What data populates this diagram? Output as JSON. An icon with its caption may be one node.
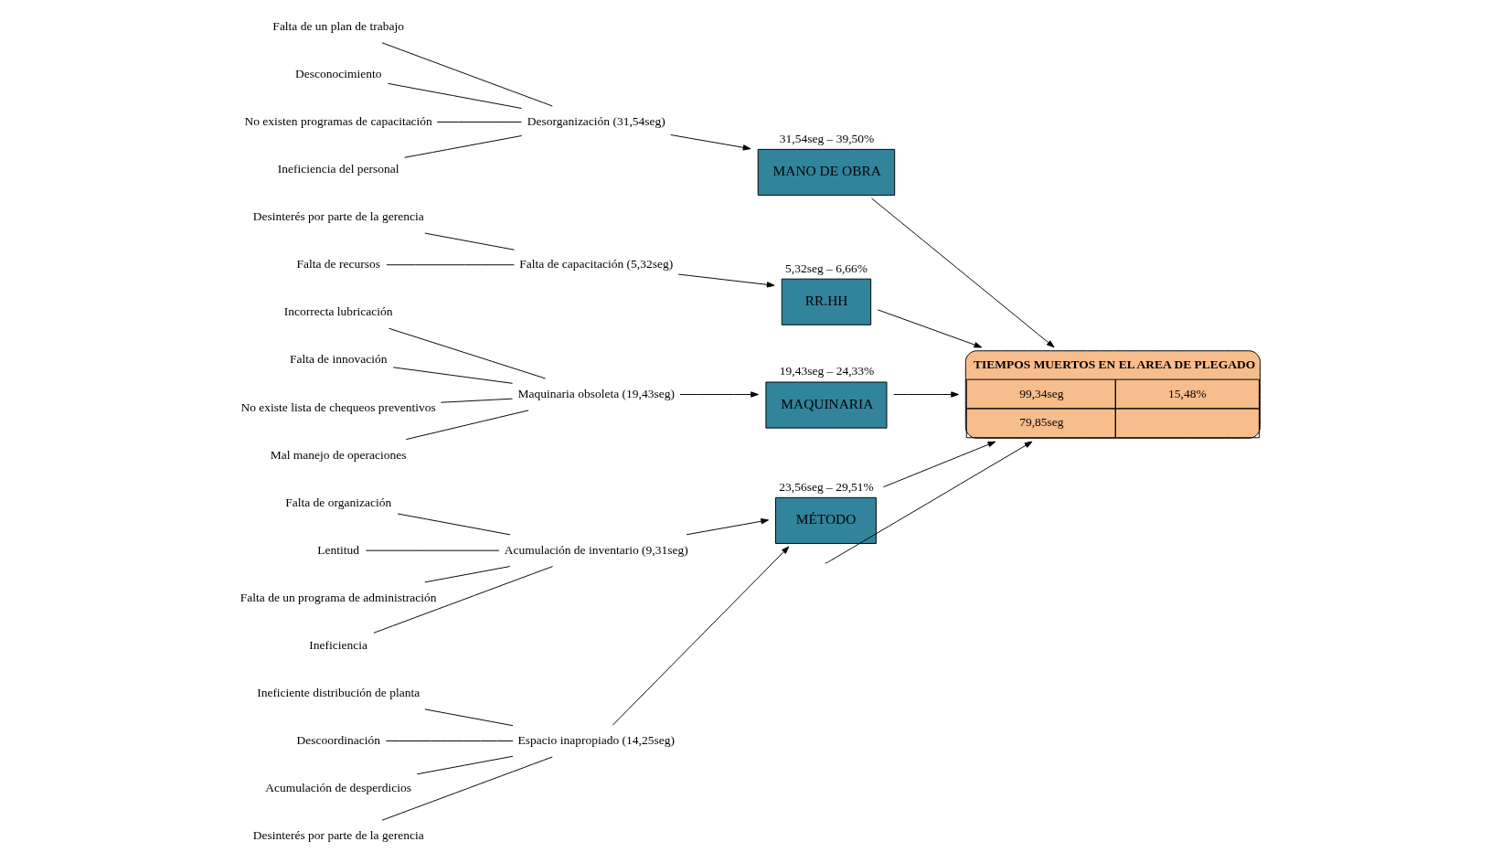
{
  "diagram": {
    "nodes": [
      {
        "text": [
          "TIEMPOS MUERTOS EN EL AREA DE PLEGADO",
          "99,34seg",
          "15,48%",
          "79,85seg"
        ]
      },
      {
        "text": [
          "MANO DE OBRA"
        ],
        "beside": [
          "31,54seg – 39,50%"
        ]
      },
      {
        "text": [
          "RR.HH"
        ],
        "beside": [
          "5,32seg – 6,66%"
        ]
      },
      {
        "text": [
          "MAQUINARIA"
        ],
        "beside": [
          "19,43seg – 24,33%"
        ]
      },
      {
        "text": [
          "MÉTODO"
        ],
        "beside": [
          "23,56seg – 29,51%"
        ]
      },
      {
        "text": [
          "Desorganización (31,54seg)"
        ]
      },
      {
        "text": [
          "Falta de un plan de trabajo"
        ]
      },
      {
        "text": [
          "Desconocimiento"
        ]
      },
      {
        "text": [
          "No existen programas de capacitación"
        ]
      },
      {
        "text": [
          "Ineficiencia del personal"
        ]
      },
      {
        "text": [
          "Falta de capacitación (5,32seg)"
        ]
      },
      {
        "text": [
          "Desinterés por parte de la gerencia"
        ]
      },
      {
        "text": [
          "Falta de recursos"
        ]
      },
      {
        "text": [
          "Maquinaria obsoleta (19,43seg)"
        ]
      },
      {
        "text": [
          "Incorrecta lubricación"
        ]
      },
      {
        "text": [
          "Falta de innovación"
        ]
      },
      {
        "text": [
          "No existe lista de chequeos preventivos"
        ]
      },
      {
        "text": [
          "Mal manejo de operaciones"
        ]
      },
      {
        "text": [
          "Acumulación de inventario (9,31seg)"
        ]
      },
      {
        "text": [
          "Falta de organización"
        ]
      },
      {
        "text": [
          "Lentitud"
        ]
      },
      {
        "text": [
          "Falta de un programa de administración"
        ]
      },
      {
        "text": [
          "Ineficiencia"
        ]
      },
      {
        "text": [
          "Espacio inapropiado (14,25seg)"
        ]
      },
      {
        "text": [
          "Ineficiente distribución de planta"
        ]
      },
      {
        "text": [
          "Descoordinación"
        ]
      },
      {
        "text": [
          "Acumulación de desperdicios"
        ]
      },
      {
        "text": [
          "Desinterés por parte de la gerencia"
        ]
      }
    ],
    "edges": [
      {
        "from": null,
        "to": 0,
        "arrow": "to"
      },
      {
        "from": 1,
        "to": 0,
        "arrow": "to"
      },
      {
        "from": 2,
        "to": 0,
        "arrow": "to"
      },
      {
        "from": 3,
        "to": 0,
        "arrow": "to"
      },
      {
        "from": 4,
        "to": 0,
        "arrow": "to"
      },
      {
        "from": 5,
        "to": 1,
        "arrow": "to"
      },
      {
        "from": 6,
        "to": 5,
        "arrow": "none"
      },
      {
        "from": 7,
        "to": 5,
        "arrow": "none"
      },
      {
        "from": 8,
        "to": 5,
        "arrow": "none"
      },
      {
        "from": 9,
        "to": 5,
        "arrow": "none"
      },
      {
        "from": 10,
        "to": 2,
        "arrow": "to"
      },
      {
        "from": 11,
        "to": 10,
        "arrow": "none"
      },
      {
        "from": 12,
        "to": 10,
        "arrow": "none"
      },
      {
        "from": 13,
        "to": 3,
        "arrow": "to"
      },
      {
        "from": 14,
        "to": 13,
        "arrow": "none"
      },
      {
        "from": 15,
        "to": 13,
        "arrow": "none"
      },
      {
        "from": 16,
        "to": 13,
        "arrow": "none"
      },
      {
        "from": 17,
        "to": 13,
        "arrow": "none"
      },
      {
        "from": 18,
        "to": 4,
        "arrow": "to"
      },
      {
        "from": 19,
        "to": 18,
        "arrow": "none"
      },
      {
        "from": 20,
        "to": 18,
        "arrow": "none"
      },
      {
        "from": 21,
        "to": 18,
        "arrow": "none"
      },
      {
        "from": 22,
        "to": 18,
        "arrow": "none"
      },
      {
        "from": 23,
        "to": 4,
        "arrow": "to"
      },
      {
        "from": 24,
        "to": 23,
        "arrow": "none"
      },
      {
        "from": 25,
        "to": 23,
        "arrow": "none"
      },
      {
        "from": 26,
        "to": 23,
        "arrow": "none"
      },
      {
        "from": 27,
        "to": 23,
        "arrow": "none"
      }
    ]
  }
}
